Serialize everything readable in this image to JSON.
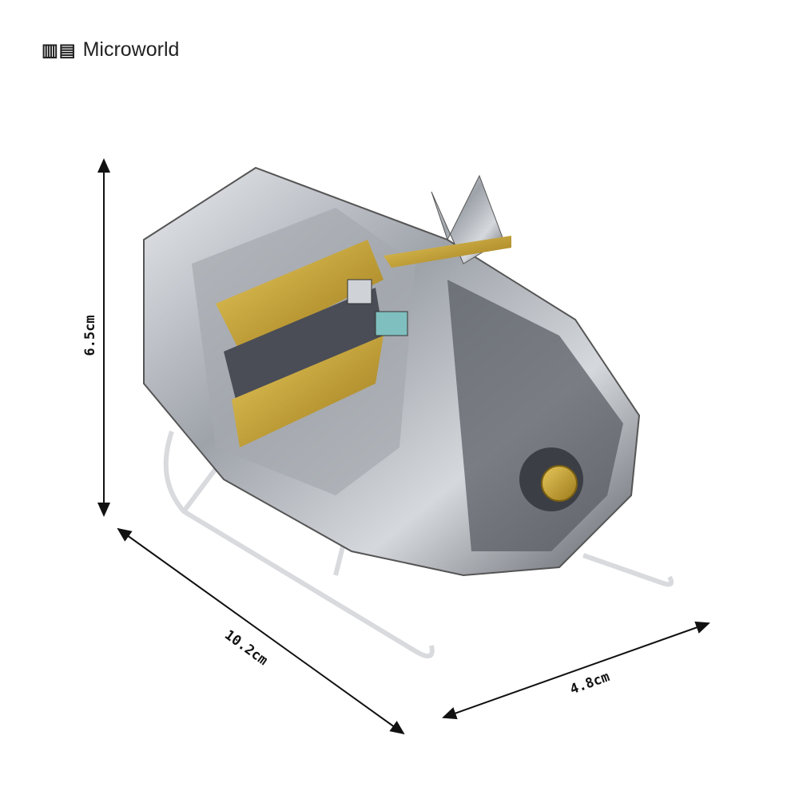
{
  "logo": {
    "text": "Microworld"
  },
  "dimensions": {
    "height": "6.5cm",
    "length": "10.2cm",
    "width": "4.8cm"
  },
  "colors": {
    "silver": "#b8bcc2",
    "gold": "#c9a227",
    "dark": "#3a3d44"
  }
}
